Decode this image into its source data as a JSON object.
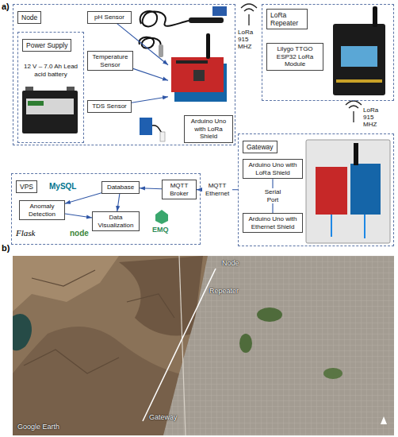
{
  "diagram": {
    "nodes": [
      {
        "text": [
          "Node"
        ]
      },
      {
        "text": [
          "Power Supply",
          "12 V – 7.0 Ah Lead acid battery"
        ],
        "in": 0
      },
      {
        "text": [
          "pH Sensor"
        ],
        "in": 0
      },
      {
        "text": [
          "Temperature Sensor"
        ],
        "in": 0
      },
      {
        "text": [
          "TDS Sensor"
        ],
        "in": 0
      },
      {
        "text": [
          "Arduino Uno with LoRa Shield"
        ],
        "in": 0
      },
      {
        "text": [
          "LoRa Repeater"
        ]
      },
      {
        "text": [
          "Lilygo TTGO ESP32 LoRa Module"
        ],
        "in": 6
      },
      {
        "text": [
          "Gateway"
        ]
      },
      {
        "text": [
          "Arduino Uno with LoRa Shield"
        ],
        "in": 8
      },
      {
        "text": [
          "Arduino Uno with Ethernet Shield"
        ],
        "in": 8
      },
      {
        "text": [
          "VPS"
        ]
      },
      {
        "text": [
          "Database"
        ],
        "in": 11
      },
      {
        "text": [
          "MQTT Broker"
        ],
        "in": 11
      },
      {
        "text": [
          "Anomaly Detection"
        ],
        "in": 11
      },
      {
        "text": [
          "Data Visualization"
        ],
        "in": 11
      }
    ],
    "edges": [
      {
        "from": 2,
        "to": 5,
        "arrow": "to"
      },
      {
        "from": 3,
        "to": 5,
        "arrow": "to"
      },
      {
        "from": 4,
        "to": 5,
        "arrow": "to"
      },
      {
        "from": 9,
        "to": 10,
        "label": "Serial Port",
        "arrow": "none"
      },
      {
        "from": 8,
        "to": 13,
        "label": "MQTT Ethernet",
        "arrow": "to"
      },
      {
        "from": 13,
        "to": 12,
        "arrow": "to"
      },
      {
        "from": 12,
        "to": 14,
        "arrow": "to"
      },
      {
        "from": 12,
        "to": 15,
        "arrow": "to"
      },
      {
        "from": 14,
        "to": 15,
        "arrow": "to"
      }
    ],
    "labels": [
      "a)",
      "b)",
      "LoRa 915 MHZ",
      "LoRa 915 MHZ",
      "MySQL",
      "Flask",
      "node",
      "EMQ",
      "Node",
      "Repeater",
      "Gateway",
      "Google Earth"
    ]
  }
}
